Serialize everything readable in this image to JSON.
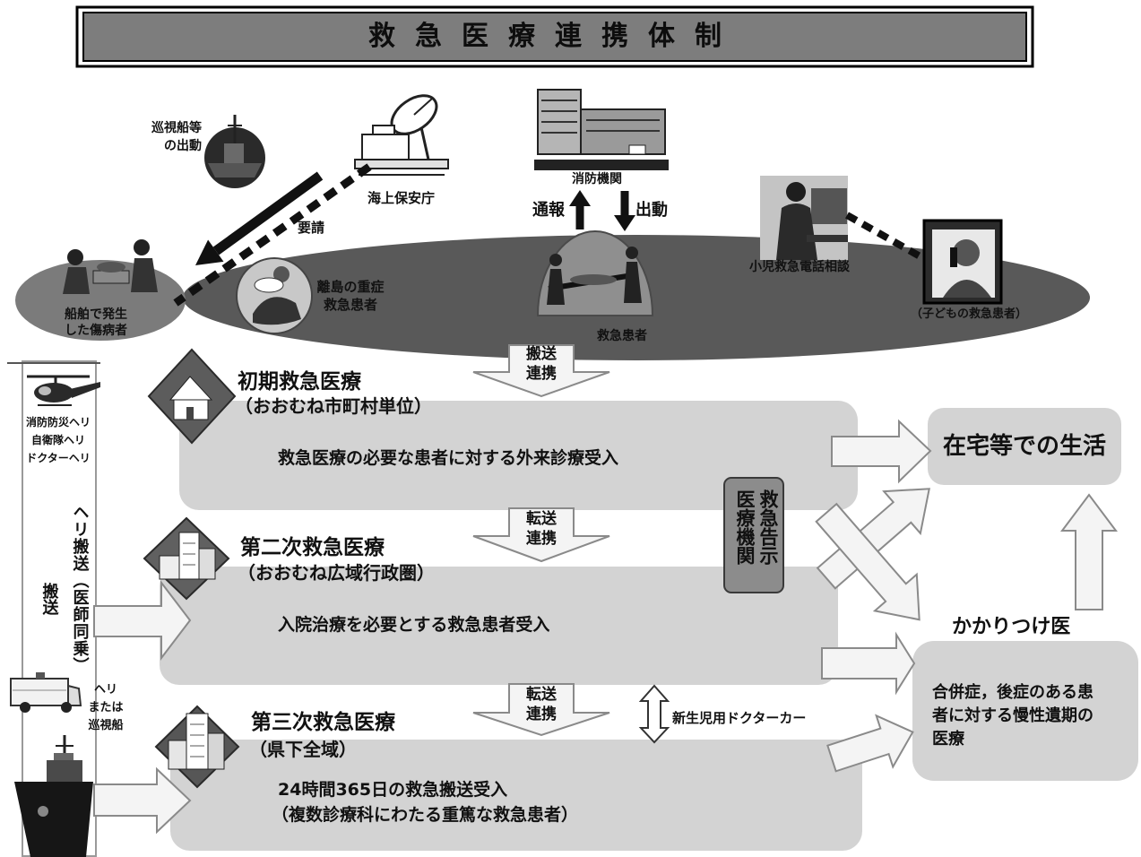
{
  "title": "救急医療連携体制",
  "top": {
    "patrol_ship_dispatch": [
      "巡視船等",
      "の出動"
    ],
    "coast_guard": "海上保安庁",
    "request": "要請",
    "fire_department": "消防機関",
    "report": "通報",
    "dispatch": "出動",
    "pediatric_phone": "小児救急電話相談",
    "ship_patient": [
      "船舶で発生",
      "した傷病者"
    ],
    "island_patient": [
      "離島の重症",
      "救急患者"
    ],
    "emergency_patient": "救急患者",
    "child_patient": "（子どもの救急患者）"
  },
  "links": {
    "transport_link": [
      "搬送",
      "連携"
    ],
    "transfer_link_1": [
      "転送",
      "連携"
    ],
    "transfer_link_2": [
      "転送",
      "連携"
    ],
    "neonatal_car": "新生児用ドクターカー"
  },
  "left_column": {
    "helicopters": [
      "消防防災ヘリ",
      "自衛隊ヘリ",
      "ドクターヘリ"
    ],
    "heli_transport": "ヘリ搬送（医師同乗）",
    "transport": "搬送",
    "heli_or_ship": [
      "ヘリ",
      "または",
      "巡視船"
    ]
  },
  "levels": [
    {
      "title": "初期救急医療",
      "scope": "（おおむね市町村単位）",
      "body": [
        "救急医療の必要な患者に対する外来診療受入"
      ]
    },
    {
      "title": "第二次救急医療",
      "scope": "（おおむね広域行政圏）",
      "body": [
        "入院治療を必要とする救急患者受入"
      ]
    },
    {
      "title": "第三次救急医療",
      "scope": "（県下全域）",
      "body": [
        "24時間365日の救急搬送受入",
        "（複数診療科にわたる重篤な救急患者）"
      ]
    }
  ],
  "designated": "救急告示医療機関",
  "right": {
    "home_life": "在宅等での生活",
    "family_doctor": "かかりつけ医",
    "chronic_care": [
      "合併症，後症のある患",
      "者に対する慢性遺期の",
      "医療"
    ]
  }
}
